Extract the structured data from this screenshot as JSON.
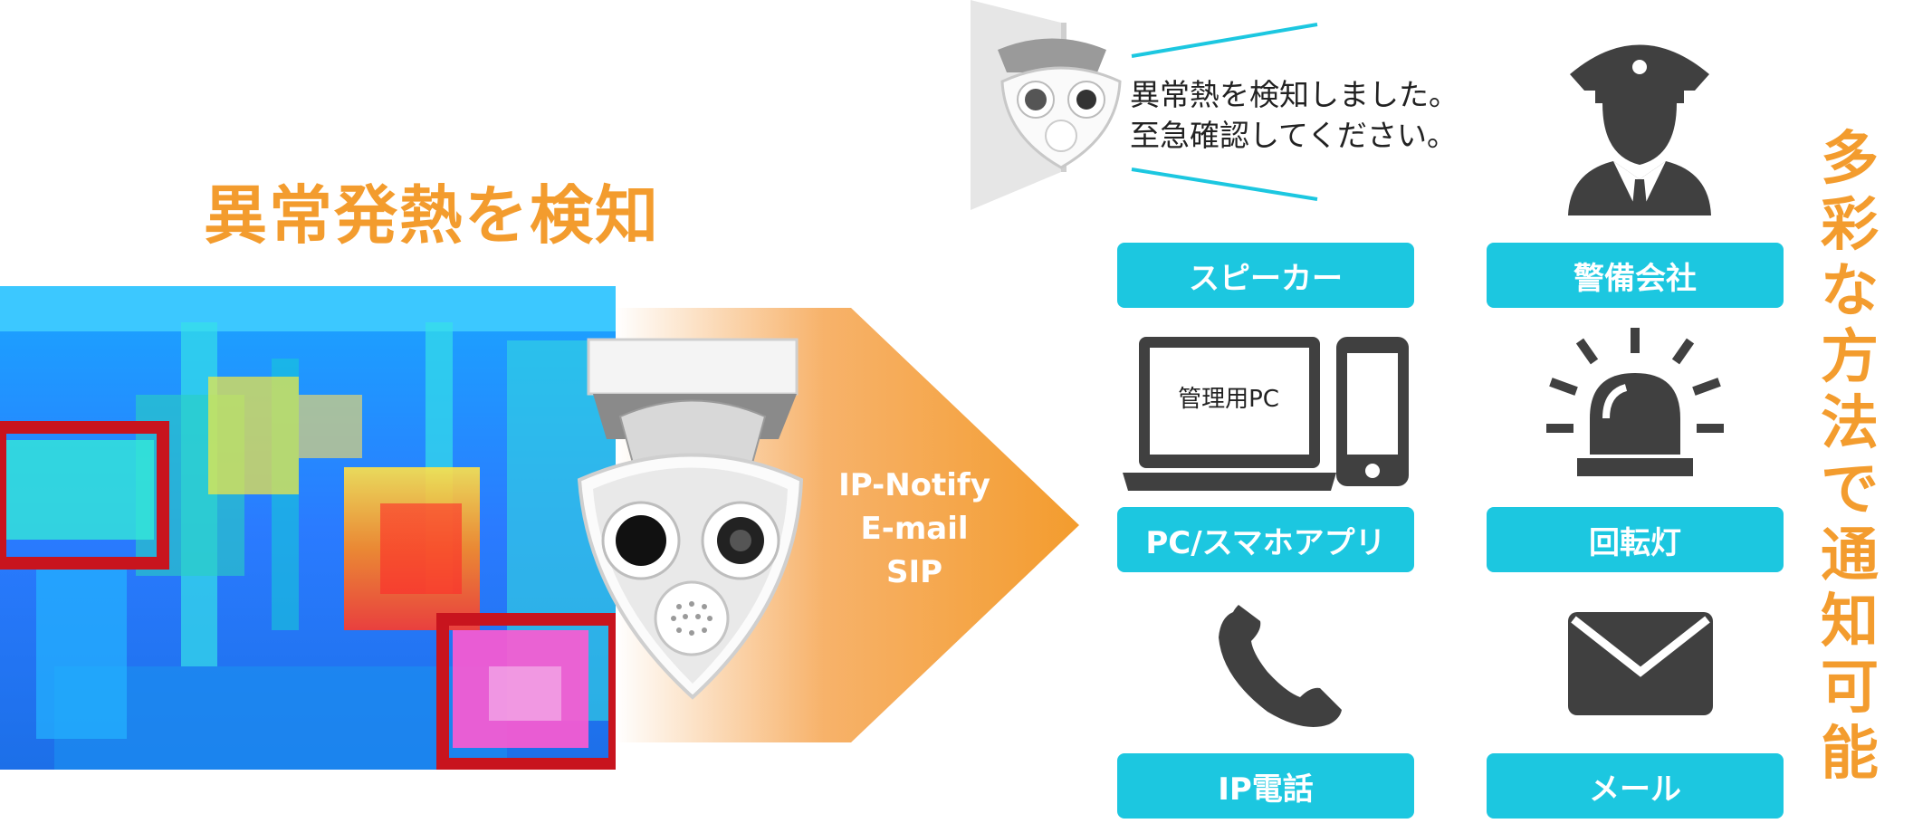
{
  "headline": "異常発熱を検知",
  "protocols": [
    "IP-Notify",
    "E-mail",
    "SIP"
  ],
  "speech": [
    "異常熱を検知しました。",
    "至急確認してください。"
  ],
  "pc_screen_label": "管理用PC",
  "options": [
    {
      "label": "スピーカー",
      "icon": "speaker-camera-icon"
    },
    {
      "label": "警備会社",
      "icon": "security-guard-icon"
    },
    {
      "label": "PC/スマホアプリ",
      "icon": "pc-smartphone-icon"
    },
    {
      "label": "回転灯",
      "icon": "rotating-light-icon"
    },
    {
      "label": "IP電話",
      "icon": "phone-icon"
    },
    {
      "label": "メール",
      "icon": "mail-icon"
    }
  ],
  "vertical_title": [
    "多",
    "彩",
    "な",
    "方",
    "法",
    "で",
    "通",
    "知",
    "可",
    "能"
  ],
  "colors": {
    "orange": "#F39C2E",
    "cyan": "#1CC7E0",
    "icon_gray": "#404040",
    "alert_red": "#C8141E"
  }
}
